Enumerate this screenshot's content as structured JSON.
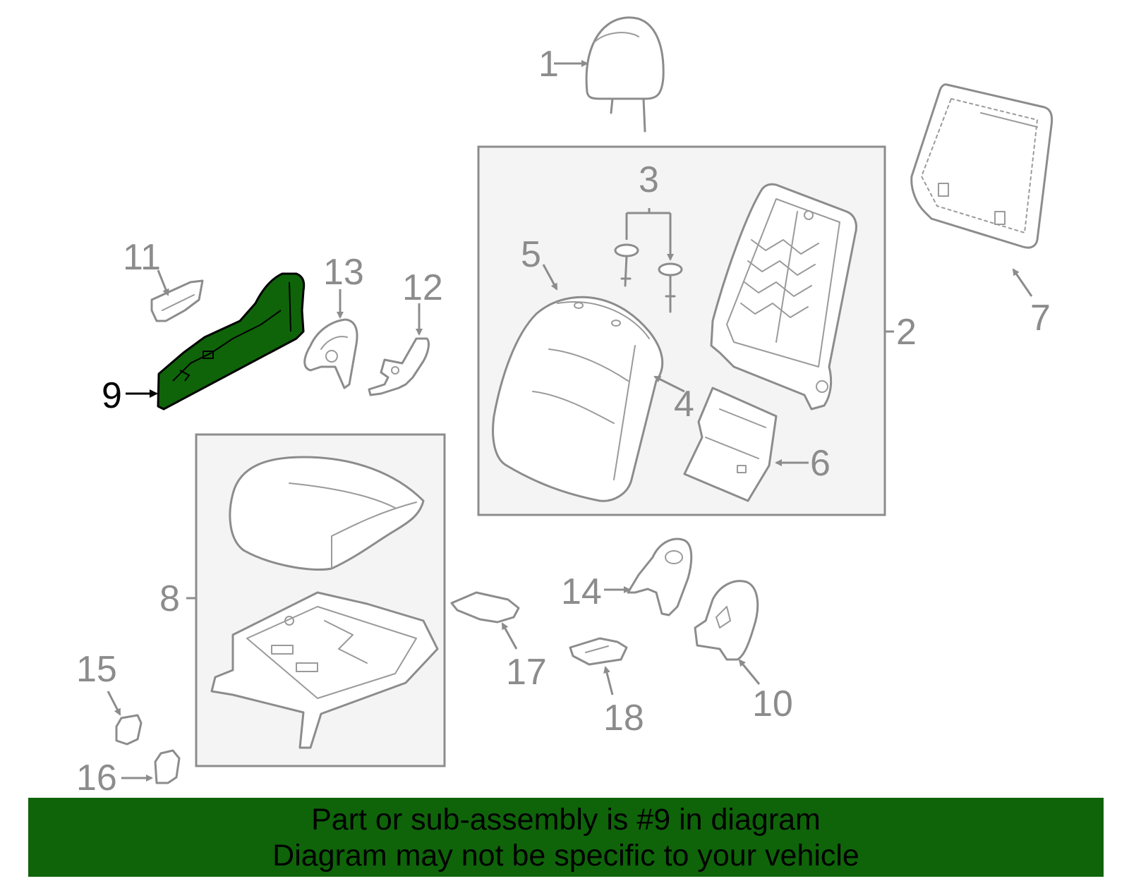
{
  "diagram": {
    "highlight_color": "#0f640a",
    "callouts": [
      {
        "id": "1",
        "text": "1"
      },
      {
        "id": "2",
        "text": "2"
      },
      {
        "id": "3",
        "text": "3"
      },
      {
        "id": "4",
        "text": "4"
      },
      {
        "id": "5",
        "text": "5"
      },
      {
        "id": "6",
        "text": "6"
      },
      {
        "id": "7",
        "text": "7"
      },
      {
        "id": "8",
        "text": "8"
      },
      {
        "id": "9",
        "text": "9"
      },
      {
        "id": "10",
        "text": "10"
      },
      {
        "id": "11",
        "text": "11"
      },
      {
        "id": "12",
        "text": "12"
      },
      {
        "id": "13",
        "text": "13"
      },
      {
        "id": "14",
        "text": "14"
      },
      {
        "id": "15",
        "text": "15"
      },
      {
        "id": "16",
        "text": "16"
      },
      {
        "id": "17",
        "text": "17"
      },
      {
        "id": "18",
        "text": "18"
      }
    ]
  },
  "banner": {
    "line1": "Part or sub-assembly is #9 in diagram",
    "line2": "Diagram may not be specific to your vehicle",
    "background": "#0f640a"
  }
}
